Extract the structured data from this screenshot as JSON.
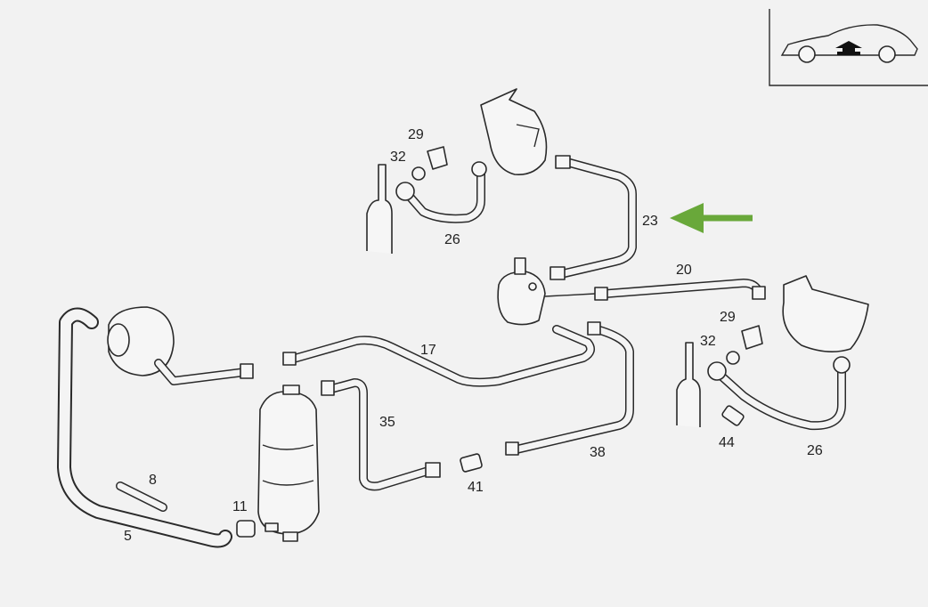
{
  "diagram": {
    "title": "Headlamp cleaning system washer lines",
    "view_icon": "car-side-view-icon",
    "highlight_arrow_color": "#69a83a",
    "highlighted_part": "23",
    "labels": {
      "p29_top": "29",
      "p32_top": "32",
      "p26_top": "26",
      "p23": "23",
      "p20": "20",
      "p29_right": "29",
      "p32_right": "32",
      "p17": "17",
      "p35": "35",
      "p38": "38",
      "p44": "44",
      "p26_right": "26",
      "p41": "41",
      "p8": "8",
      "p11": "11",
      "p5": "5"
    }
  }
}
